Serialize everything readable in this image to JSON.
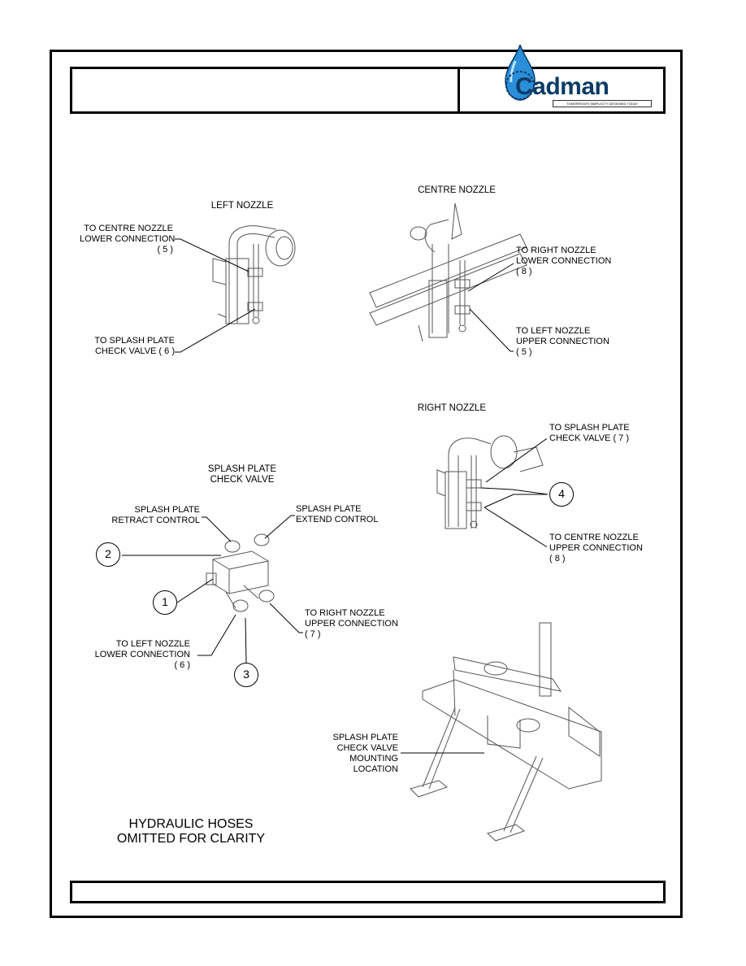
{
  "logo": {
    "brand": "Cadman",
    "tagline": "TOMORROW'S SIMPLICITY DESIGNED TODAY"
  },
  "views": {
    "left_nozzle": {
      "title": "LEFT NOZZLE",
      "label_top": [
        "TO CENTRE NOZZLE",
        "LOWER CONNECTION",
        "( 5 )"
      ],
      "label_bottom": [
        "TO SPLASH PLATE",
        "CHECK VALVE ( 6 )"
      ]
    },
    "centre_nozzle": {
      "title": "CENTRE NOZZLE",
      "label_top": [
        "TO RIGHT NOZZLE",
        "LOWER CONNECTION",
        "( 8 )"
      ],
      "label_bottom": [
        "TO LEFT NOZZLE",
        "UPPER CONNECTION",
        "( 5 )"
      ]
    },
    "right_nozzle": {
      "title": "RIGHT NOZZLE",
      "label_top": [
        "TO SPLASH PLATE",
        "CHECK VALVE ( 7 )"
      ],
      "label_bottom": [
        "TO CENTRE NOZZLE",
        "UPPER CONNECTION",
        "( 8 )"
      ],
      "callout": "4"
    },
    "check_valve": {
      "title": [
        "SPLASH PLATE",
        "CHECK VALVE"
      ],
      "retract": [
        "SPLASH PLATE",
        "RETRACT CONTROL"
      ],
      "extend": [
        "SPLASH PLATE",
        "EXTEND CONTROL"
      ],
      "to_right": [
        "TO RIGHT NOZZLE",
        "UPPER CONNECTION",
        "( 7 )"
      ],
      "to_left": [
        "TO LEFT NOZZLE",
        "LOWER CONNECTION",
        "( 6 )"
      ],
      "callouts": [
        "1",
        "2",
        "3"
      ]
    },
    "mounting": {
      "label": [
        "SPLASH PLATE",
        "CHECK VALVE",
        "MOUNTING",
        "LOCATION"
      ]
    }
  },
  "note": [
    "HYDRAULIC HOSES",
    "OMITTED FOR CLARITY"
  ]
}
